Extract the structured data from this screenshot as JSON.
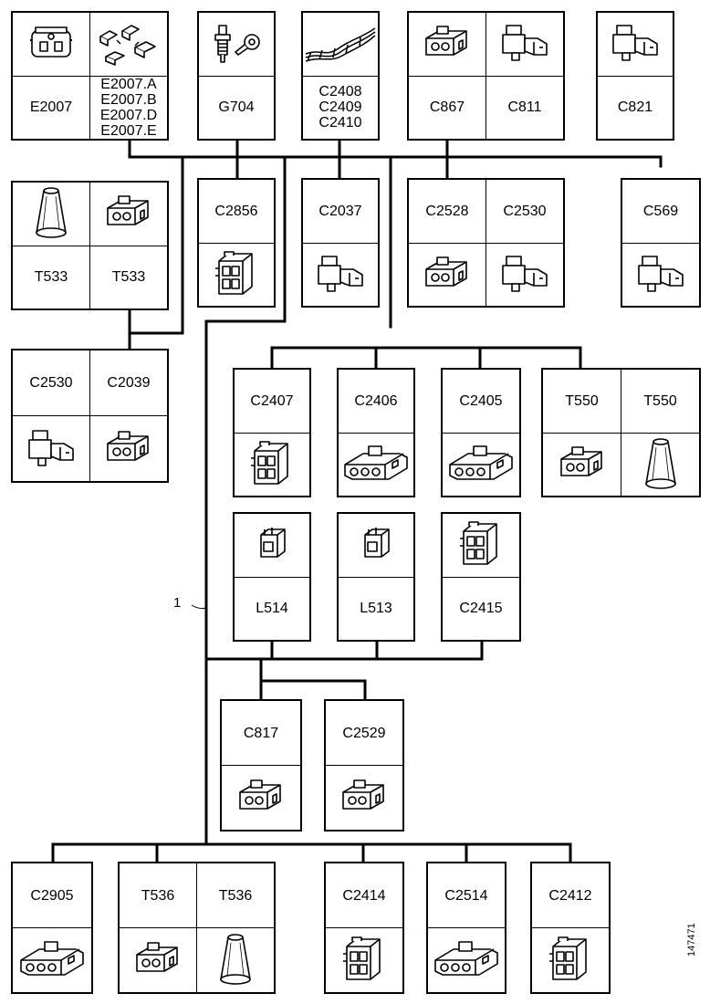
{
  "components": {
    "b1": {
      "pics": [
        "connector-4way-icon",
        "terminal-set-icon"
      ],
      "labels": [
        "E2007",
        "E2007.A\nE2007.B\nE2007.D\nE2007.E"
      ]
    },
    "b2": {
      "pics": [
        "ground-bolt-icon"
      ],
      "labels": [
        "G704"
      ]
    },
    "b3": {
      "pics": [
        "wire-harness-icon"
      ],
      "labels": [
        "C2408\nC2409\nC2410"
      ]
    },
    "b4": {
      "pics": [
        "connector-block-icon",
        "connector-angled-icon"
      ],
      "labels": [
        "C867",
        "C811"
      ]
    },
    "b5": {
      "pics": [
        "connector-angled-icon"
      ],
      "labels": [
        "C821"
      ]
    },
    "b6": {
      "pics": [
        "terminal-cap-icon",
        "connector-block-icon"
      ],
      "labels": [
        "T533",
        "T533"
      ]
    },
    "b7": {
      "pics": [
        "connector-multi-icon"
      ],
      "labels": [
        "C2856"
      ]
    },
    "b8": {
      "pics": [
        "connector-angled-icon"
      ],
      "labels": [
        "C2037"
      ]
    },
    "b9": {
      "pics": [
        "connector-block-icon",
        "connector-angled-icon"
      ],
      "labels": [
        "C2528",
        "C2530"
      ]
    },
    "b10": {
      "pics": [
        "connector-angled-icon"
      ],
      "labels": [
        "C569"
      ]
    },
    "b11": {
      "pics": [
        "connector-angled-icon",
        "connector-block-icon"
      ],
      "labels": [
        "C2530",
        "C2039"
      ]
    },
    "b12": {
      "pics": [
        "connector-multi-icon"
      ],
      "labels": [
        "C2407"
      ]
    },
    "b13": {
      "pics": [
        "connector-wide-icon"
      ],
      "labels": [
        "C2406"
      ]
    },
    "b14": {
      "pics": [
        "connector-wide-icon"
      ],
      "labels": [
        "C2405"
      ]
    },
    "b15": {
      "pics": [
        "connector-block-icon",
        "terminal-cap-icon"
      ],
      "labels": [
        "T550",
        "T550"
      ]
    },
    "b16": {
      "pics": [
        "connector-small-icon"
      ],
      "labels": [
        "L514"
      ]
    },
    "b17": {
      "pics": [
        "connector-small-icon"
      ],
      "labels": [
        "L513"
      ]
    },
    "b18": {
      "pics": [
        "connector-multi-icon"
      ],
      "labels": [
        "C2415"
      ]
    },
    "b19": {
      "pics": [
        "connector-block-icon"
      ],
      "labels": [
        "C817"
      ]
    },
    "b20": {
      "pics": [
        "connector-block-icon"
      ],
      "labels": [
        "C2529"
      ]
    },
    "b21": {
      "pics": [
        "connector-wide-icon"
      ],
      "labels": [
        "C2905"
      ]
    },
    "b22": {
      "pics": [
        "connector-block-icon",
        "terminal-cap-icon"
      ],
      "labels": [
        "T536",
        "T536"
      ]
    },
    "b23": {
      "pics": [
        "connector-multi-icon"
      ],
      "labels": [
        "C2414"
      ]
    },
    "b24": {
      "pics": [
        "connector-wide-icon"
      ],
      "labels": [
        "C2514"
      ]
    },
    "b25": {
      "pics": [
        "connector-multi-icon"
      ],
      "labels": [
        "C2412"
      ]
    }
  },
  "wire_label": "1",
  "doc_id": "147471"
}
